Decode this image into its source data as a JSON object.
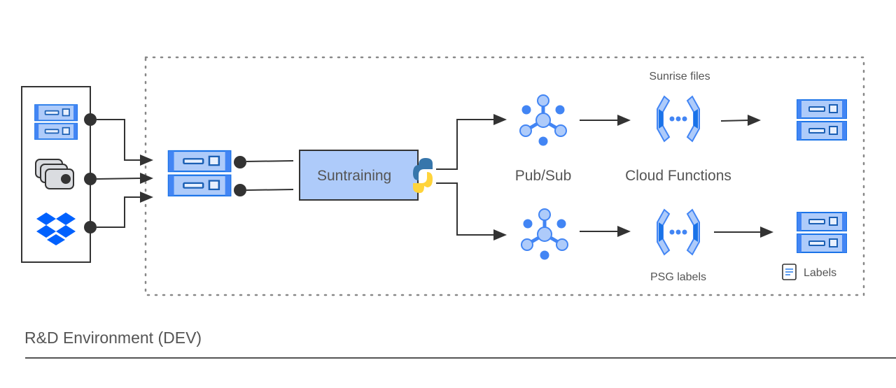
{
  "diagram": {
    "environment_label": "R&D Environment (DEV)",
    "sources": [
      {
        "name": "storage-server",
        "icon": "server-stack-icon"
      },
      {
        "name": "cameras",
        "icon": "camera-stack-icon"
      },
      {
        "name": "dropbox",
        "icon": "dropbox-icon"
      }
    ],
    "ingest_node": {
      "icon": "server-stack-icon"
    },
    "processor": {
      "label": "Suntraining",
      "icon": "python-icon"
    },
    "pubsub_label": "Pub/Sub",
    "cloud_functions_label": "Cloud Functions",
    "top_branch": {
      "function_caption": "Sunrise files",
      "output_icon": "server-stack-icon"
    },
    "bottom_branch": {
      "function_caption": "PSG labels",
      "output_icon": "server-stack-icon",
      "output_caption": "Labels",
      "output_caption_icon": "document-icon"
    },
    "colors": {
      "server_fill": "#aecbfa",
      "server_stroke": "#1a73e8",
      "gcp_blue": "#4285f4",
      "gcp_light": "#aecbfa",
      "processor_fill": "#aecbfa",
      "connector": "#333333",
      "dropbox": "#0061fe",
      "python_blue": "#3776ab",
      "python_yellow": "#ffd43b"
    }
  }
}
